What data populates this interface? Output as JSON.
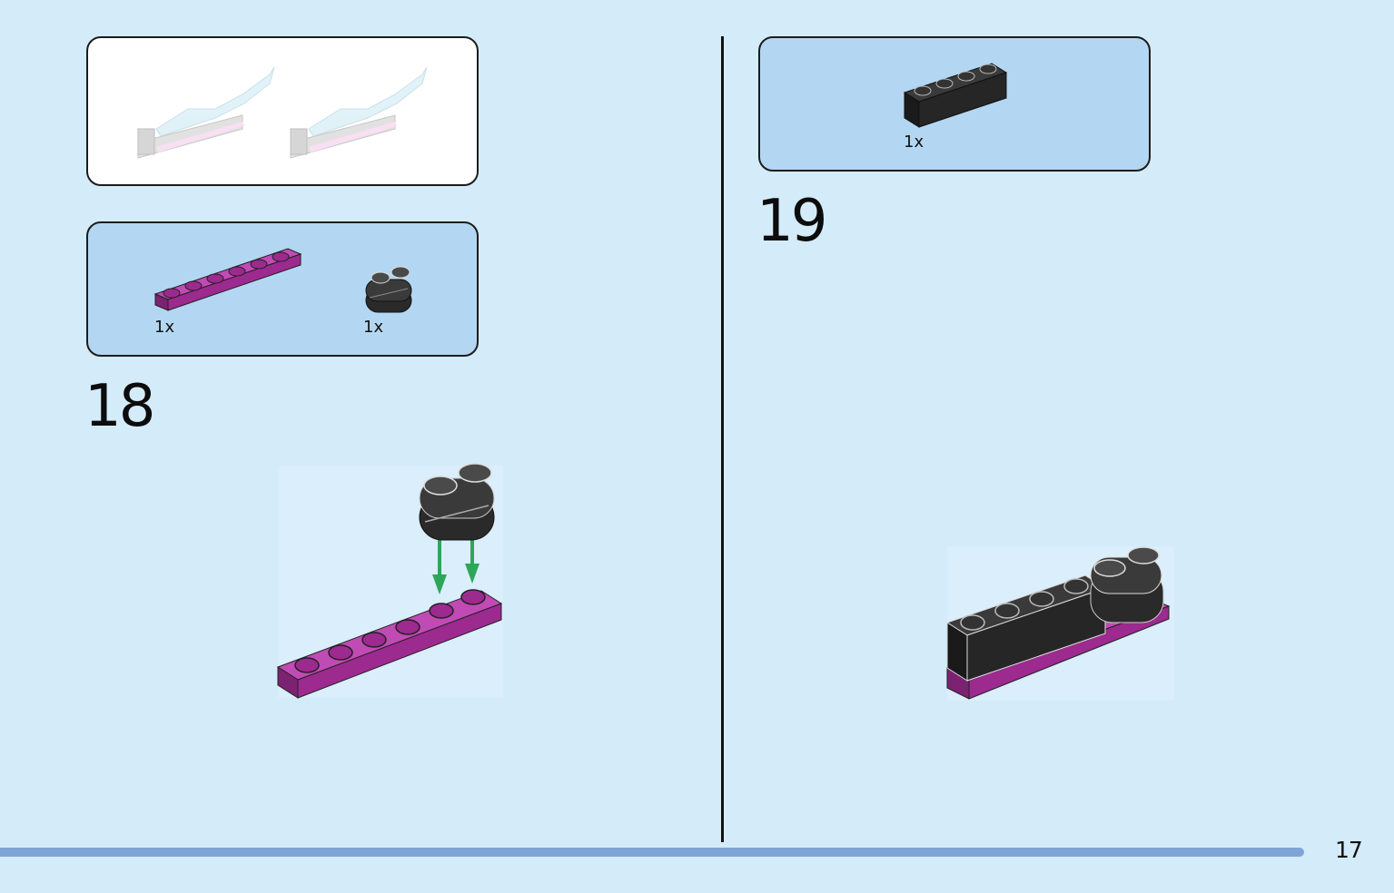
{
  "left_page": {
    "parts": [
      {
        "name": "1x6 plate (magenta)",
        "qty": "1x",
        "color": "#9c2a8f"
      },
      {
        "name": "double bar holder (black)",
        "qty": "1x",
        "color": "#2a2a2a"
      }
    ],
    "step_number": "18"
  },
  "right_page": {
    "parts": [
      {
        "name": "1x4 brick (black)",
        "qty": "1x",
        "color": "#262626"
      }
    ],
    "step_number": "19"
  },
  "footer": {
    "page_number": "17",
    "progress_color": "#7ea5d6"
  },
  "colors": {
    "background": "#d4ebf9",
    "parts_panel": "#b3d7f2",
    "arrow": "#2ea65a",
    "magenta": "#9c2a8f",
    "black": "#262626"
  }
}
